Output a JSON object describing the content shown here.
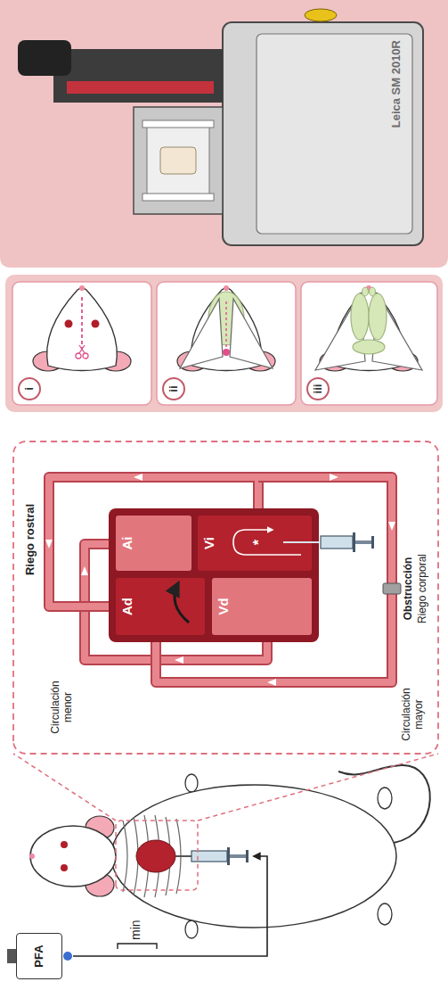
{
  "diagram": {
    "nodes": [
      {
        "text": [
          "PFA"
        ]
      },
      {
        "text": [
          "Ad"
        ]
      },
      {
        "text": [
          "Ai"
        ]
      },
      {
        "text": [
          "Vd"
        ]
      },
      {
        "text": [
          "Vi"
        ]
      },
      {
        "text": [
          "i"
        ]
      },
      {
        "text": [
          "ii"
        ]
      },
      {
        "text": [
          "iii"
        ]
      }
    ],
    "labels": [
      "min",
      "Riego rostral",
      "Circulación menor",
      "Circulación mayor",
      "*",
      "Obstrucción",
      "Riego corporal",
      "Leica SM 2010R"
    ]
  }
}
